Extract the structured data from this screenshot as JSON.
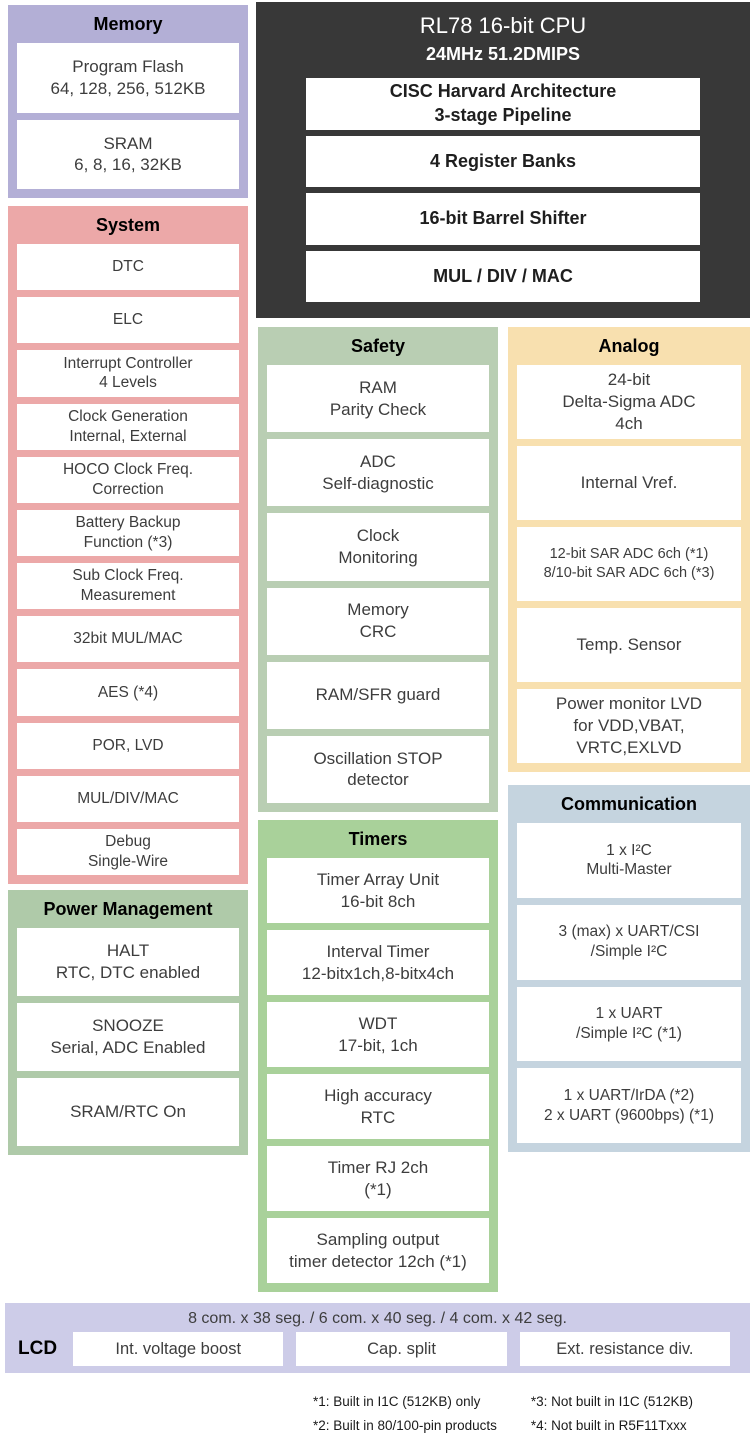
{
  "palette": {
    "memory": "#b3afd6",
    "system": "#eca8a8",
    "power_management": "#afcaa9",
    "safety": "#b9ceb3",
    "timers": "#a9d19a",
    "analog": "#f8e0af",
    "communication": "#c5d4df",
    "lcd": "#cdcce8",
    "cpu": "#383838"
  },
  "cpu": {
    "title": "RL78 16-bit CPU",
    "subtitle": "24MHz 51.2DMIPS",
    "features": [
      "CISC Harvard Architecture\n3-stage Pipeline",
      "4 Register Banks",
      "16-bit Barrel Shifter",
      "MUL / DIV / MAC"
    ]
  },
  "memory": {
    "title": "Memory",
    "items": [
      "Program Flash\n64, 128, 256, 512KB",
      "SRAM\n6, 8, 16, 32KB"
    ]
  },
  "system": {
    "title": "System",
    "items": [
      "DTC",
      "ELC",
      "Interrupt Controller\n4 Levels",
      "Clock Generation\nInternal, External",
      "HOCO Clock Freq.\nCorrection",
      "Battery Backup\nFunction (*3)",
      "Sub Clock Freq.\nMeasurement",
      "32bit MUL/MAC",
      "AES (*4)",
      "POR, LVD",
      "MUL/DIV/MAC",
      "Debug\nSingle-Wire"
    ]
  },
  "power_management": {
    "title": "Power Management",
    "items": [
      "HALT\nRTC, DTC enabled",
      "SNOOZE\nSerial, ADC Enabled",
      "SRAM/RTC On"
    ]
  },
  "safety": {
    "title": "Safety",
    "items": [
      "RAM\nParity Check",
      "ADC\nSelf-diagnostic",
      "Clock\nMonitoring",
      "Memory\nCRC",
      "RAM/SFR guard",
      "Oscillation STOP\ndetector"
    ]
  },
  "timers": {
    "title": "Timers",
    "items": [
      "Timer Array Unit\n16-bit 8ch",
      "Interval Timer\n12-bitx1ch,8-bitx4ch",
      "WDT\n17-bit, 1ch",
      "High accuracy\nRTC",
      "Timer RJ 2ch\n(*1)",
      "Sampling output\ntimer detector 12ch (*1)"
    ]
  },
  "analog": {
    "title": "Analog",
    "items": [
      "24-bit\nDelta-Sigma ADC\n4ch",
      "Internal Vref.",
      "12-bit SAR ADC 6ch (*1)\n8/10-bit SAR ADC 6ch (*3)",
      "Temp. Sensor",
      "Power monitor LVD\nfor VDD,VBAT,\nVRTC,EXLVD"
    ]
  },
  "communication": {
    "title": "Communication",
    "items": [
      "1 x I²C\nMulti-Master",
      "3 (max) x UART/CSI\n/Simple I²C",
      "1 x UART\n/Simple I²C (*1)",
      "1 x UART/IrDA (*2)\n2 x UART (9600bps) (*1)"
    ]
  },
  "lcd": {
    "caption": "8 com. x 38 seg. / 6 com. x 40 seg. / 4 com. x 42 seg.",
    "label": "LCD",
    "items": [
      "Int. voltage boost",
      "Cap. split",
      "Ext. resistance div."
    ]
  },
  "footnotes": {
    "col1": [
      "*1: Built in I1C (512KB) only",
      "*2: Built in 80/100-pin products"
    ],
    "col2": [
      "*3: Not built in I1C (512KB)",
      "*4: Not built in R5F11Txxx"
    ]
  }
}
